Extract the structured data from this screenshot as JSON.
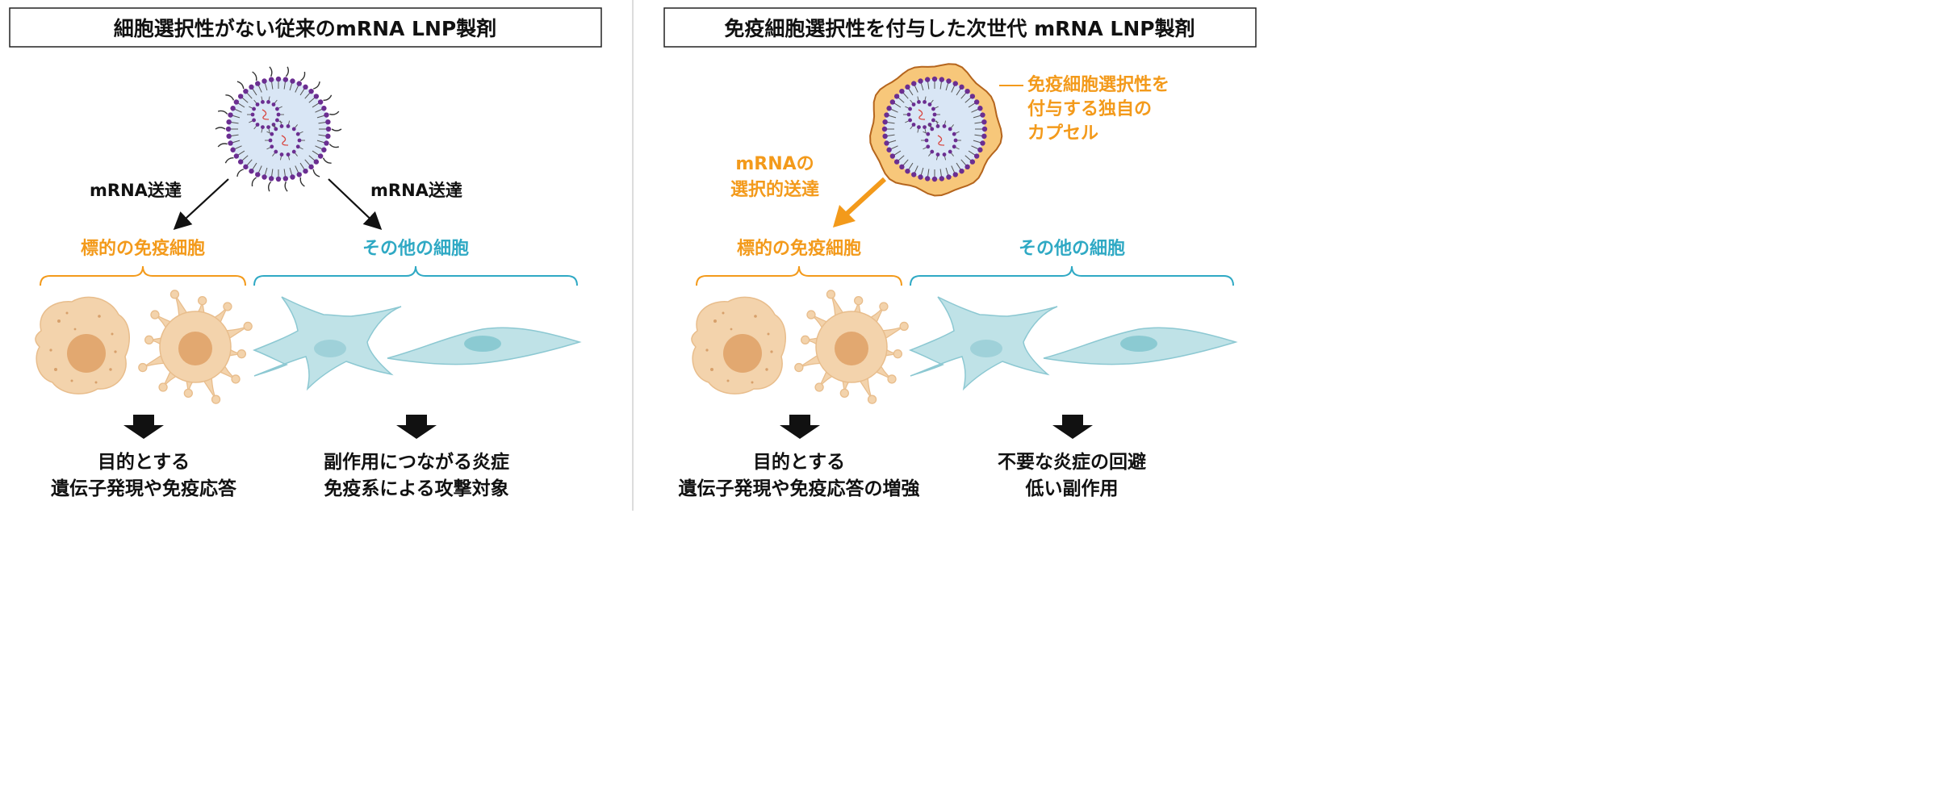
{
  "colors": {
    "orange": "#F39A1B",
    "cyan": "#2FA9C4",
    "lipid": "#6B2E91",
    "core": "#D9E6F5",
    "immune_cell": "#F3D3AC",
    "immune_nucleus": "#E2A870",
    "other_cell": "#BFE2E7",
    "other_nucleus": "#8BCAD2"
  },
  "left": {
    "title": "細胞選択性がない従来のmRNA LNP製剤",
    "arrow_left_label": "mRNA送達",
    "arrow_right_label": "mRNA送達",
    "target_group": "標的の免疫細胞",
    "other_group": "その他の細胞",
    "outcome_target": [
      "目的とする",
      "遺伝子発現や免疫応答"
    ],
    "outcome_other": [
      "副作用につながる炎症",
      "免疫系による攻撃対象"
    ]
  },
  "right": {
    "title": "免疫細胞選択性を付与した次世代 mRNA LNP製剤",
    "capsule_label": [
      "免疫細胞選択性を",
      "付与する独自の",
      "カプセル"
    ],
    "delivery_label": [
      "mRNAの",
      "選択的送達"
    ],
    "target_group": "標的の免疫細胞",
    "other_group": "その他の細胞",
    "outcome_target": [
      "目的とする",
      "遺伝子発現や免疫応答の増強"
    ],
    "outcome_other": [
      "不要な炎症の回避",
      "低い副作用"
    ]
  }
}
